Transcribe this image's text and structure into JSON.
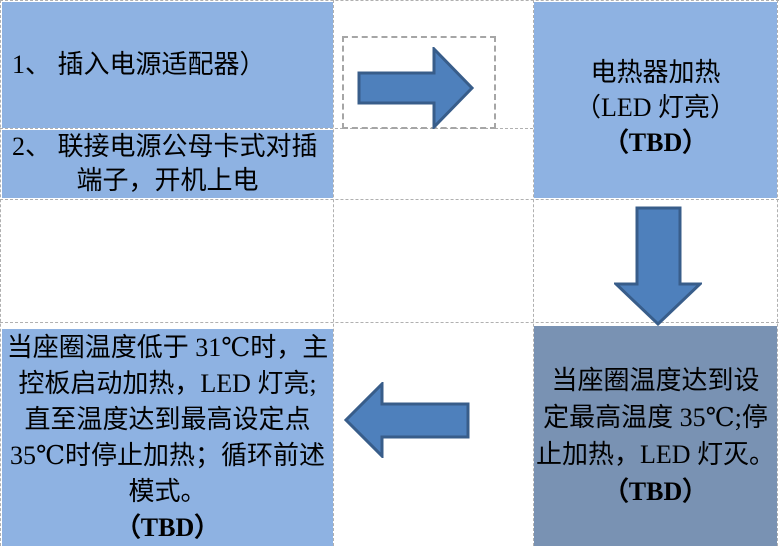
{
  "flowchart": {
    "cells": {
      "step1": {
        "lines": [
          "1、 插入电源适配器）"
        ]
      },
      "step2": {
        "lines": [
          "2、 联接电源公母卡式对插",
          "端子，开机上电"
        ]
      },
      "heater": {
        "lines": [
          "电热器加热",
          "（LED 灯亮）"
        ],
        "tbd": "（TBD）"
      },
      "stop_heating": {
        "lines": [
          "当座圈温度达到设",
          "定最高温度 35℃;停",
          "止加热，LED 灯灭。"
        ],
        "tbd": "（TBD）"
      },
      "cycle": {
        "lines": [
          "当座圈温度低于 31℃时，主",
          "控板启动加热，LED 灯亮;",
          "直至温度达到最高设定点",
          "35℃时停止加热；循环前述",
          "模式。"
        ],
        "tbd": "（TBD）"
      }
    },
    "icons": {
      "right_arrow": "right-arrow",
      "down_arrow": "down-arrow",
      "left_arrow": "left-arrow"
    },
    "colors": {
      "light_cell": "#8EB2E2",
      "dark_cell": "#7992B3",
      "arrow_fill": "#4E80BC",
      "arrow_border": "#385D8A",
      "gridline": "#B0B0B0",
      "selection_dash": "#A6A6A6",
      "text": "#000000"
    }
  }
}
